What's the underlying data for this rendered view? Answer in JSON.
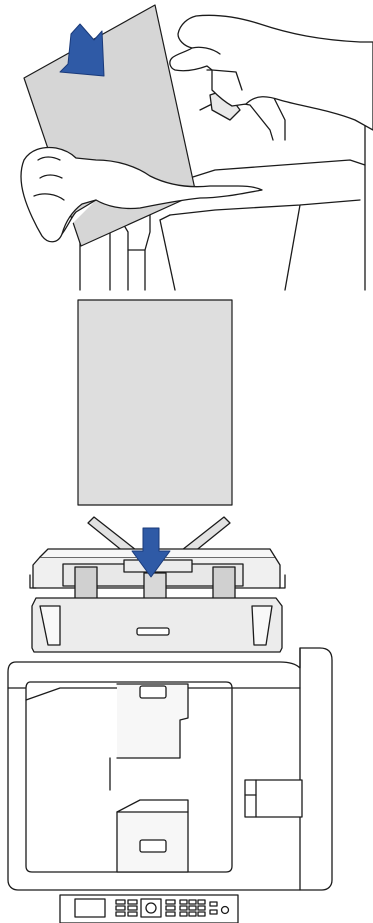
{
  "illustrations": [
    {
      "id": "load-paper-top",
      "description_icon": "hands-inserting-paper"
    },
    {
      "id": "load-paper-feed",
      "description_icon": "paper-sliding-into-tray"
    }
  ],
  "colors": {
    "line": "#1b1b1b",
    "paper_fill": "#d6d6d6",
    "paper_light": "#e2e2e2",
    "arrow_blue": "#2f5aa6",
    "tray_fill": "#f4f4f4",
    "white": "#ffffff"
  },
  "arrows": [
    {
      "name": "push-down-arrow-1",
      "icon": "arrow-down-right-icon"
    },
    {
      "name": "push-down-arrow-2",
      "icon": "arrow-down-icon"
    }
  ]
}
